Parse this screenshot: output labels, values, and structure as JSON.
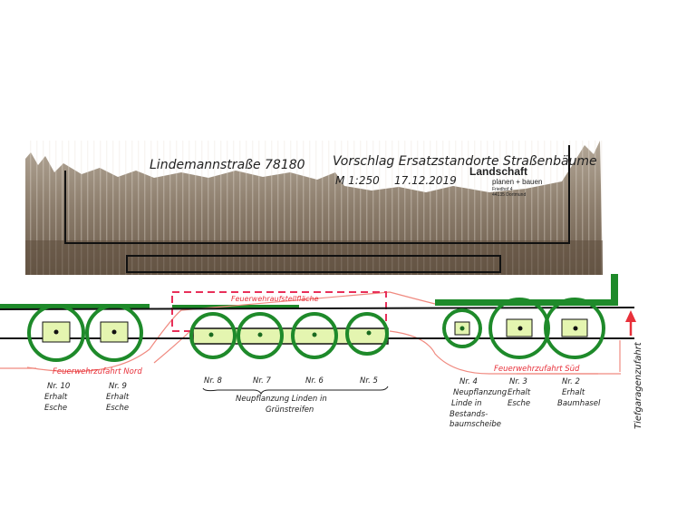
{
  "title": {
    "street": "Lindemannstraße 78180",
    "proposal": "Vorschlag Ersatzstandorte Straßenbäume",
    "scale": "M 1:250",
    "date": "17.12.2019"
  },
  "logo": {
    "line1": "Landschaft",
    "line2": "planen + bauen",
    "line3": "Friedhof 4",
    "line4": "44135 Dortmund"
  },
  "zones": {
    "fire_area": "Feuerwehraufstellfläche",
    "fire_north": "Feuerwehrzufahrt Nord",
    "fire_south": "Feuerwehrzufahrt Süd",
    "garage": "Tiefgaragenzufahrt"
  },
  "trees": [
    {
      "nr": "Nr. 10",
      "l1": "Erhalt",
      "l2": "Esche"
    },
    {
      "nr": "Nr. 9",
      "l1": "Erhalt",
      "l2": "Esche"
    },
    {
      "nr": "Nr. 8"
    },
    {
      "nr": "Nr. 7"
    },
    {
      "nr": "Nr. 6"
    },
    {
      "nr": "Nr. 5"
    },
    {
      "nr": "Nr. 4",
      "l1": "Neupflanzung",
      "l2": "Linde in",
      "l3": "Bestands-",
      "l4": "baumscheibe"
    },
    {
      "nr": "Nr. 3",
      "l1": "Erhalt",
      "l2": "Esche"
    },
    {
      "nr": "Nr. 2",
      "l1": "Erhalt",
      "l2": "Baumhasel"
    }
  ],
  "group_label": {
    "l1": "Neupflanzung Linden in",
    "l2": "Grünstreifen"
  },
  "colors": {
    "sepia": "#7a6a58",
    "green": "#1e8a2a",
    "lightgreen": "#e4f5b0",
    "red": "#e8303a",
    "salmon": "#f08a80"
  }
}
